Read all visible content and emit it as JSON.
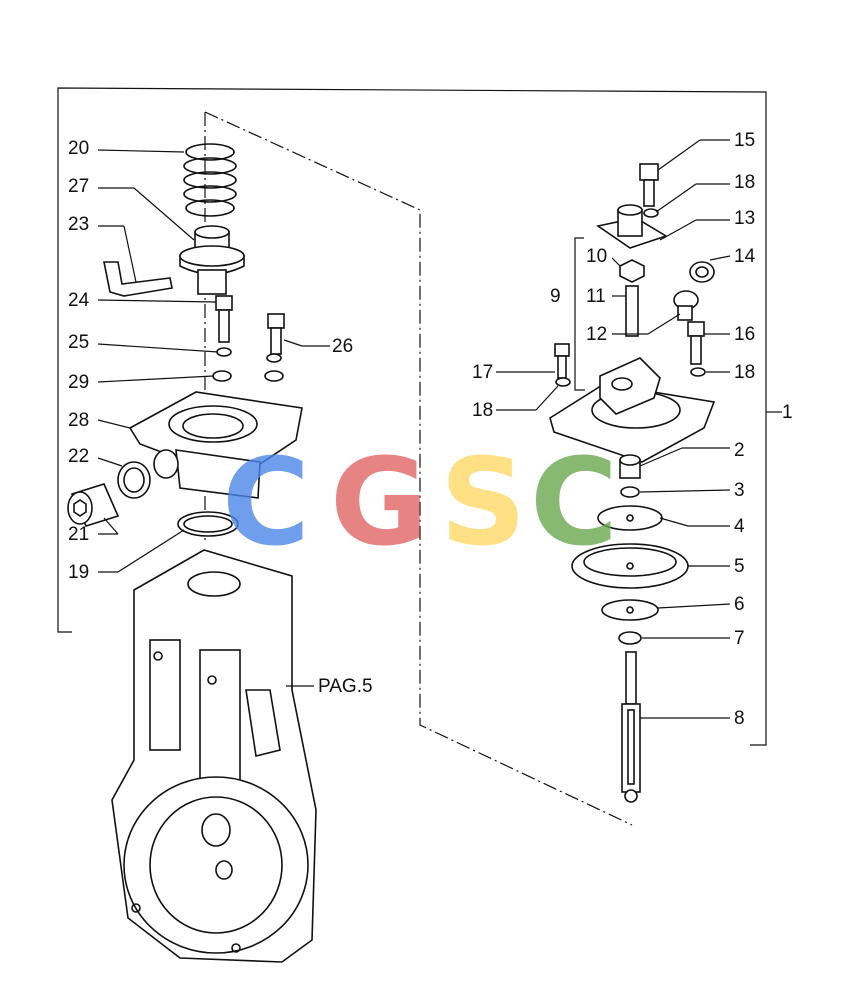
{
  "labels": {
    "l20": "20",
    "l27": "27",
    "l23": "23",
    "l24": "24",
    "l25": "25",
    "l26": "26",
    "l29": "29",
    "l28": "28",
    "l22": "22",
    "l21": "21",
    "l19": "19",
    "l15": "15",
    "l18a": "18",
    "l13": "13",
    "l10": "10",
    "l14": "14",
    "l9": "9",
    "l11": "11",
    "l12": "12",
    "l16": "16",
    "l17": "17",
    "l18b": "18",
    "l18c": "18",
    "l1": "1",
    "l2": "2",
    "l3": "3",
    "l4": "4",
    "l5": "5",
    "l6": "6",
    "l7": "7",
    "l8": "8",
    "pag": "PAG.5"
  },
  "watermark": {
    "letters": [
      "C",
      "G",
      "S",
      "C"
    ],
    "colors": [
      "#4a86e8",
      "#e06666",
      "#ffd966",
      "#6aa84f"
    ]
  }
}
